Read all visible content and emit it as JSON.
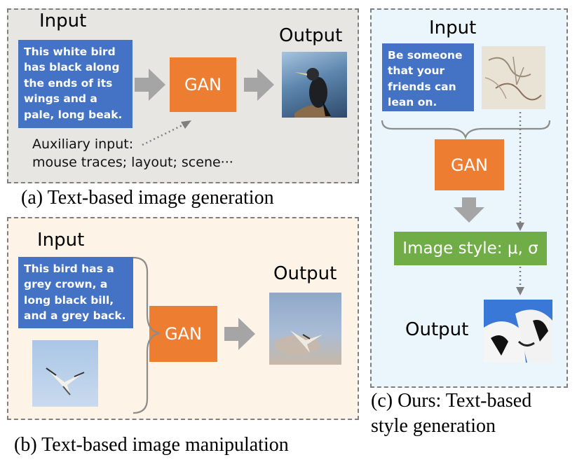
{
  "panel_a": {
    "input_label": "Input",
    "output_label": "Output",
    "text_input": "This white bird has black along the ends of its wings and a pale, long beak.",
    "gan_label": "GAN",
    "aux_line1": "Auxiliary input:",
    "aux_line2": "mouse traces; layout; scene···",
    "caption": "(a) Text-based image generation"
  },
  "panel_b": {
    "input_label": "Input",
    "output_label": "Output",
    "text_input": "This bird has a grey crown, a long black bill, and a grey back.",
    "gan_label": "GAN",
    "caption": "(b) Text-based image manipulation"
  },
  "panel_c": {
    "input_label": "Input",
    "output_label": "Output",
    "text_input": "Be someone that your friends can lean on.",
    "gan_label": "GAN",
    "style_label": "Image style: μ, σ",
    "caption_line1": "(c) Ours: Text-based",
    "caption_line2": "style generation"
  },
  "colors": {
    "text_box": "#4472c4",
    "gan_box": "#ed7d31",
    "style_box": "#70ad47",
    "arrow": "#a5a5a5",
    "panel_a_bg": "#e7e6e3",
    "panel_b_bg": "#fdf3e6",
    "panel_c_bg": "#eaf6fb"
  }
}
